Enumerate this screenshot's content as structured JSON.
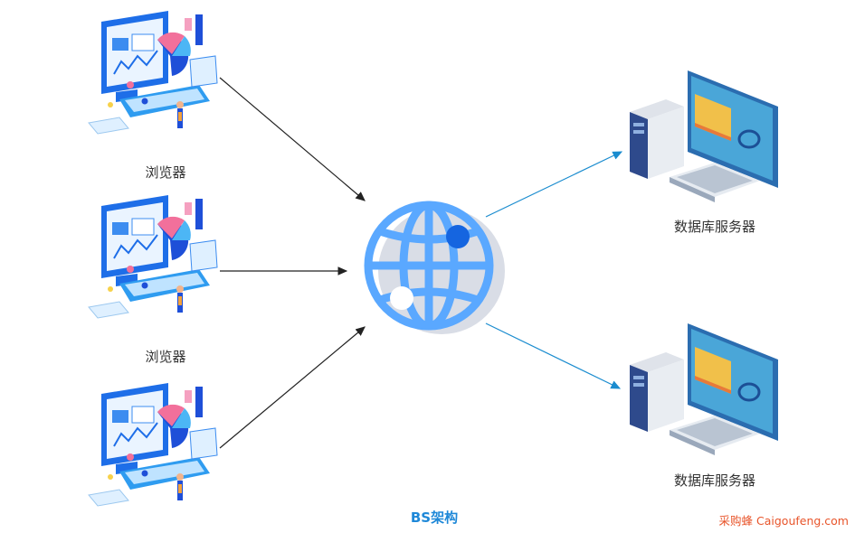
{
  "diagram": {
    "browser_nodes": [
      {
        "label": "浏览器"
      },
      {
        "label": "浏览器"
      },
      {
        "label": ""
      }
    ],
    "server_nodes": [
      {
        "label": "数据库服务器"
      },
      {
        "label": "数据库服务器"
      }
    ],
    "center_node": {
      "icon": "globe-icon"
    },
    "caption": "BS架构",
    "edges": [
      {
        "from": "browser-1",
        "to": "globe"
      },
      {
        "from": "browser-2",
        "to": "globe"
      },
      {
        "from": "browser-3",
        "to": "globe"
      },
      {
        "from": "globe",
        "to": "server-1"
      },
      {
        "from": "globe",
        "to": "server-2"
      }
    ]
  },
  "watermark": "采购蜂 Caigoufeng.com",
  "colors": {
    "globe": "#5aa8ff",
    "globe_shadow": "#d9dde6",
    "arrow_left": "#222222",
    "arrow_right": "#1a8ccf",
    "caption": "#1e88d8",
    "watermark": "#e8542a"
  }
}
